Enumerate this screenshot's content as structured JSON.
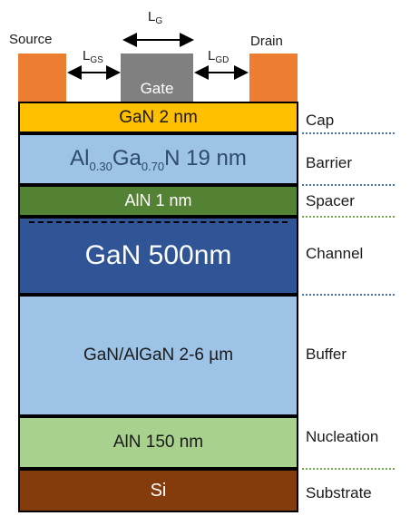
{
  "labels": {
    "source": "Source",
    "drain": "Drain",
    "gate": "Gate",
    "lg": {
      "main": "L",
      "sub": "G"
    },
    "lgs": {
      "main": "L",
      "sub": "GS"
    },
    "lgd": {
      "main": "L",
      "sub": "GD"
    }
  },
  "layers": {
    "cap": {
      "text": "GaN 2 nm",
      "side": "Cap",
      "color": "#FFC000"
    },
    "barrier": {
      "p1": "Al",
      "s1": "0.30",
      "p2": "Ga",
      "s2": "0.70",
      "p3": "N 19 nm",
      "side": "Barrier",
      "color": "#9DC3E6"
    },
    "spacer": {
      "text": "AlN 1 nm",
      "side": "Spacer",
      "color": "#548235"
    },
    "channel": {
      "text": "GaN 500nm",
      "side": "Channel",
      "color": "#2F5597"
    },
    "buffer": {
      "text": "GaN/AlGaN 2-6 µm",
      "side": "Buffer",
      "color": "#9DC3E6"
    },
    "nucleation": {
      "text": "AlN 150 nm",
      "side": "Nucleation",
      "color": "#A9D18E"
    },
    "substrate": {
      "text": "Si",
      "side": "Substrate",
      "color": "#843C0C"
    }
  }
}
